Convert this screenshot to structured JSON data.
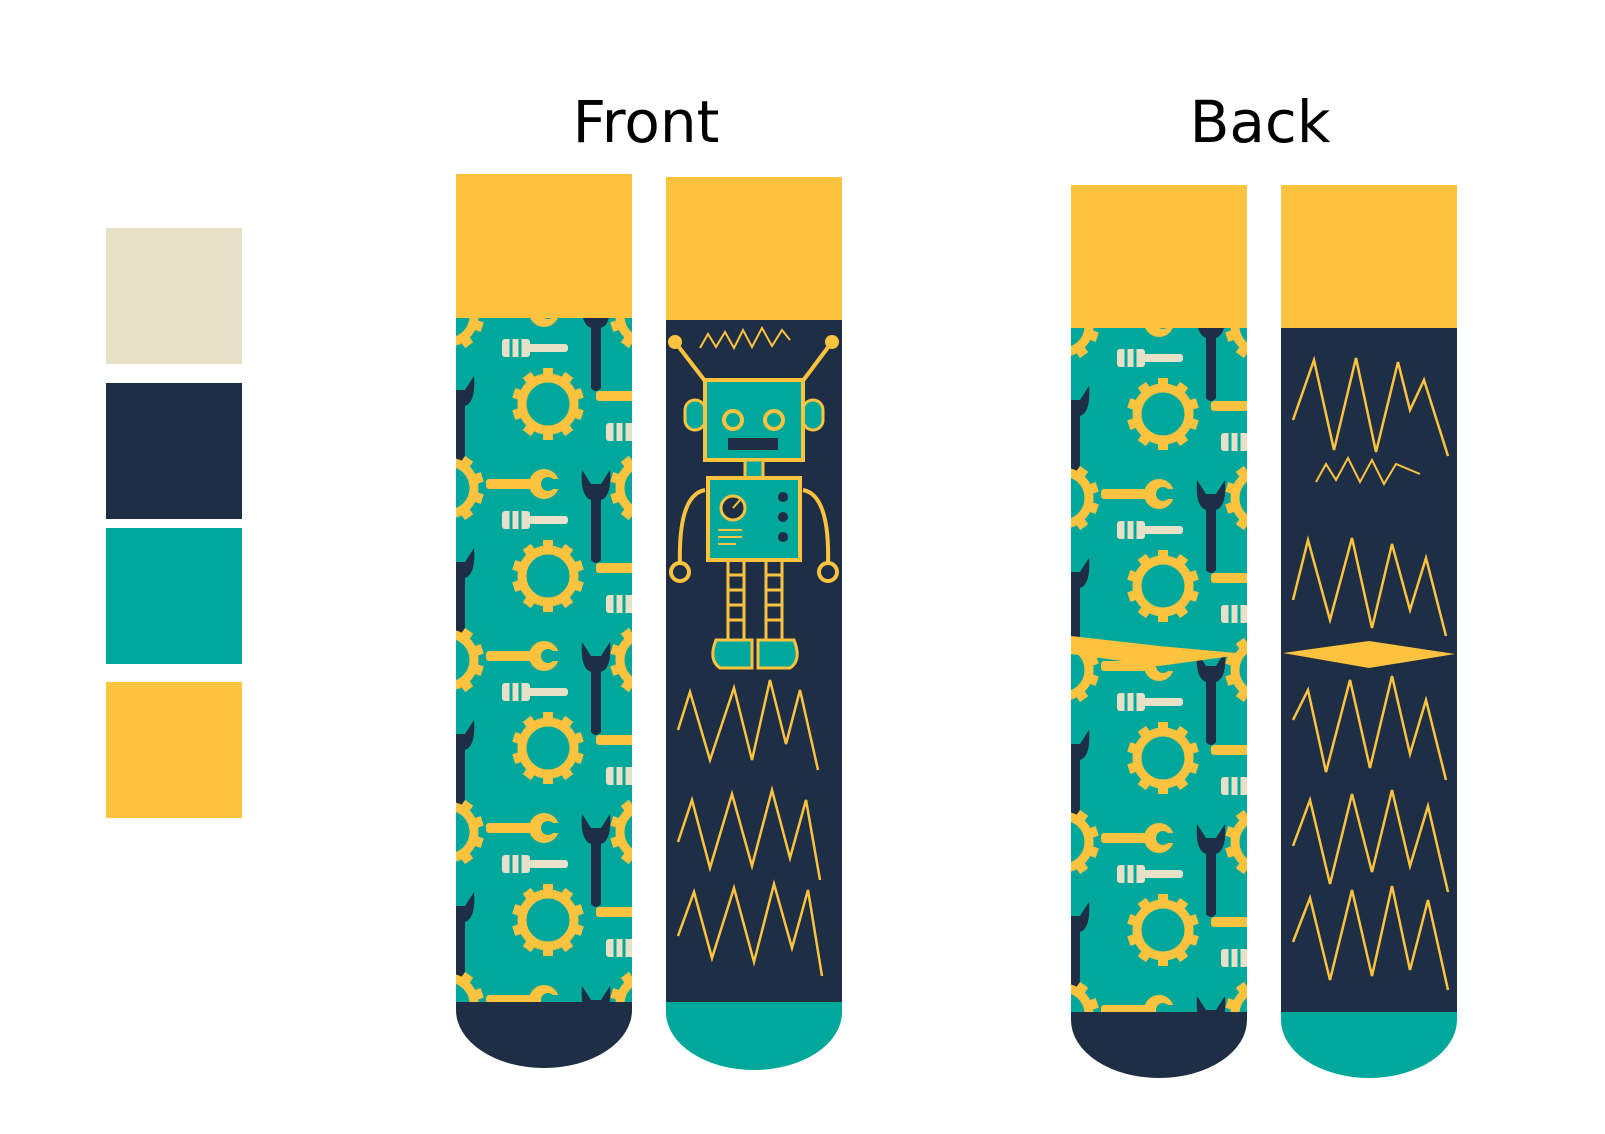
{
  "labels": {
    "front": "Front",
    "back": "Back"
  },
  "colors": {
    "cream": "#E6E1C8",
    "navy": "#1E2E44",
    "teal": "#00A79B",
    "yellow": "#FEC33E"
  },
  "palette": [
    "cream",
    "navy",
    "teal",
    "yellow"
  ],
  "views": [
    {
      "name": "front",
      "socks": [
        "tools-pattern",
        "robot-zigzag"
      ]
    },
    {
      "name": "back",
      "socks": [
        "tools-pattern-diamond",
        "zigzag-diamond"
      ]
    }
  ]
}
